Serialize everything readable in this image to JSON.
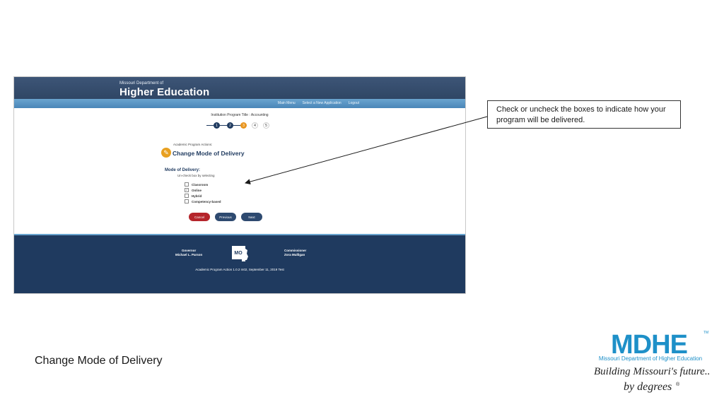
{
  "site": {
    "org_line": "Missouri Department of",
    "dept_name": "Higher Education",
    "nav": [
      "Main Menu",
      "Select a New Application",
      "Logout"
    ]
  },
  "form": {
    "program_title": "Institution Program Title : Accounting",
    "steps": [
      "1",
      "2",
      "3",
      "4",
      "5"
    ],
    "current_step": 3,
    "action_label": "Academic Program Actions:",
    "action_title": "Change Mode of Delivery",
    "mode_label": "Mode of Delivery:",
    "mode_hint": "Un-check box by selecting",
    "options": [
      {
        "label": "Classroom",
        "checked": false
      },
      {
        "label": "Online",
        "checked": true
      },
      {
        "label": "Hybrid",
        "checked": false
      },
      {
        "label": "Competency-based",
        "checked": false
      }
    ],
    "buttons": {
      "cancel": "Cancel",
      "previous": "Previous",
      "next": "Next"
    }
  },
  "footer": {
    "governor_title": "Governor",
    "governor_name": "Michael L. Parson",
    "commissioner_title": "Commissioner",
    "commissioner_name": "Zora Mulligan",
    "seal_text": "MO",
    "version": "Academic Program Action 1.0.2 m02, September 11, 2019 Test"
  },
  "callout": {
    "text": "Check or uncheck the boxes to indicate how your program will be delivered."
  },
  "caption": "Change Mode of Delivery",
  "brand": {
    "logo_letters": "MDHE",
    "trademark": "TM",
    "dept": "Missouri Department of Higher Education",
    "tagline1": "Building Missouri's future...",
    "tagline2": "by degrees",
    "registered": "®"
  },
  "colors": {
    "navy": "#1f3a5f",
    "accent_orange": "#e8951f",
    "cancel_red": "#b5252b",
    "nav_blue": "#4a86b8",
    "logo_blue": "#1e90c8"
  }
}
